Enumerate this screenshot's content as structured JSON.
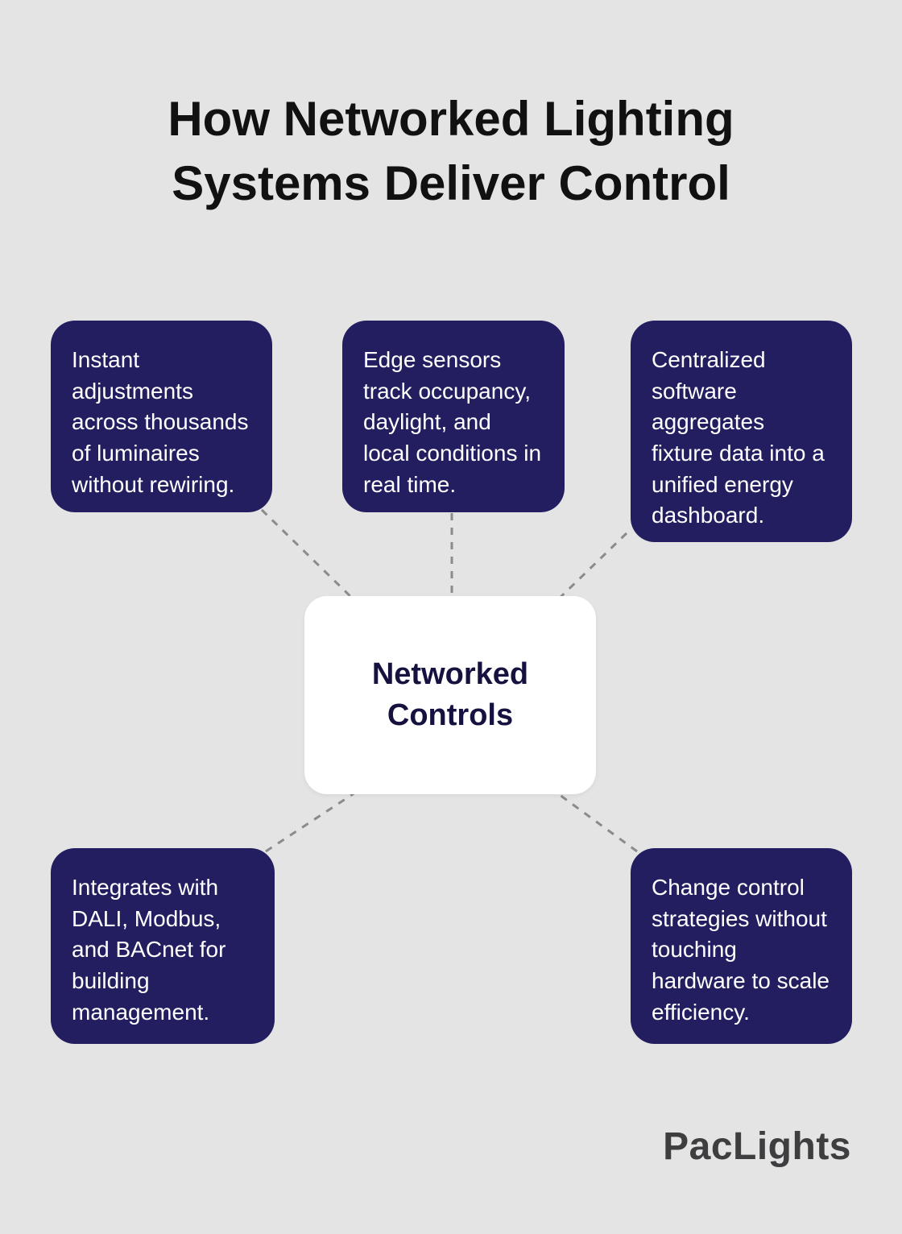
{
  "title": {
    "line1": "How Networked Lighting",
    "line2": "Systems Deliver Control"
  },
  "center": {
    "label": "Networked Controls"
  },
  "nodes": [
    {
      "text": "Instant adjustments across thousands of luminaires without rewiring."
    },
    {
      "text": "Edge sensors track occupancy, daylight, and local conditions in real time."
    },
    {
      "text": "Centralized software aggregates fixture data into a unified energy dashboard."
    },
    {
      "text": "Integrates with DALI, Modbus, and BACnet for building management."
    },
    {
      "text": "Change control strategies without touching hardware to scale efficiency."
    }
  ],
  "logo": "PacLights",
  "colors": {
    "background": "#e4e4e4",
    "node": "#231e60",
    "node_text": "#ffffff",
    "center_bg": "#ffffff",
    "center_text": "#16123f",
    "connector": "#8b8b8b",
    "title": "#111111",
    "logo": "#3e3e40"
  }
}
